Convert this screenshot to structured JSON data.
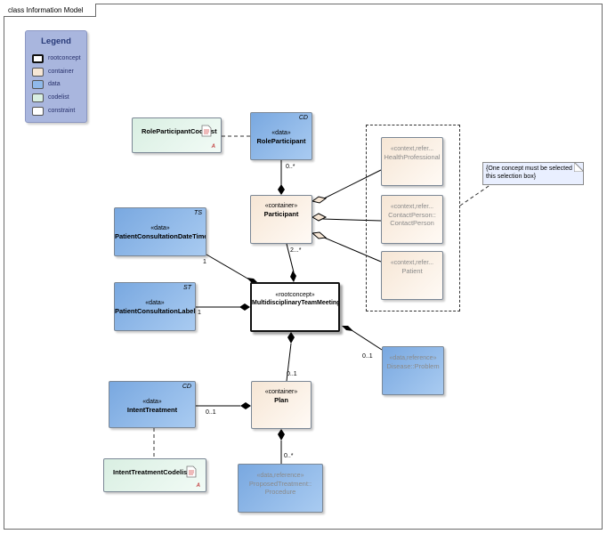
{
  "frame": {
    "title": "class Information Model"
  },
  "legend": {
    "title": "Legend",
    "items": [
      {
        "label": "rootconcept",
        "color": "#ffffff",
        "border": "#111111",
        "bold": true
      },
      {
        "label": "container",
        "color": "#f6e6d5",
        "border": "#7b7b7b"
      },
      {
        "label": "data",
        "color": "#8fb9ea",
        "border": "#7b7b7b"
      },
      {
        "label": "codelist",
        "color": "#d9efe2",
        "border": "#7b7b7b"
      },
      {
        "label": "constraint",
        "color": "#ffffff",
        "border": "#7b7b7b"
      }
    ]
  },
  "classes": {
    "role_participant_codelist": {
      "name": "RoleParticipantCodelist",
      "tag": "A"
    },
    "role_participant": {
      "stereotype": "«data»",
      "name": "RoleParticipant",
      "tag": "CD"
    },
    "participant": {
      "stereotype": "«container»",
      "name": "Participant"
    },
    "health_professional": {
      "stereotype": "«context,refer...",
      "name": "HealthProfessional"
    },
    "contact_person": {
      "stereotype": "«context,refer...",
      "name": "ContactPerson::\nContactPerson"
    },
    "patient": {
      "stereotype": "«context,refer...",
      "name": "Patient"
    },
    "consultation_datetime": {
      "stereotype": "«data»",
      "name": "PatientConsultationDateTime",
      "tag": "TS"
    },
    "consultation_label": {
      "stereotype": "«data»",
      "name": "PatientConsultationLabel",
      "tag": "ST"
    },
    "root": {
      "stereotype": "«rootconcept»",
      "name": "MultidisciplinaryTeamMeeting"
    },
    "disease": {
      "stereotype": "«data,reference»",
      "name": "Disease::Problem"
    },
    "intent_treatment": {
      "stereotype": "«data»",
      "name": "IntentTreatment",
      "tag": "CD"
    },
    "plan": {
      "stereotype": "«container»",
      "name": "Plan"
    },
    "intent_treatment_codelist": {
      "name": "IntentTreatmentCodelist",
      "tag": "A"
    },
    "proposed_treatment": {
      "stereotype": "«data,reference»",
      "name": "ProposedTreatment::\nProcedure"
    }
  },
  "note": {
    "text": "{One concept must be selected in this selection box}"
  },
  "multiplicities": {
    "role_participant": "0..*",
    "participant": "2...*",
    "datetime": "1",
    "label": "1",
    "plan_root": "0..1",
    "disease": "0..1",
    "intent": "0..1",
    "proposed": "0..*"
  }
}
